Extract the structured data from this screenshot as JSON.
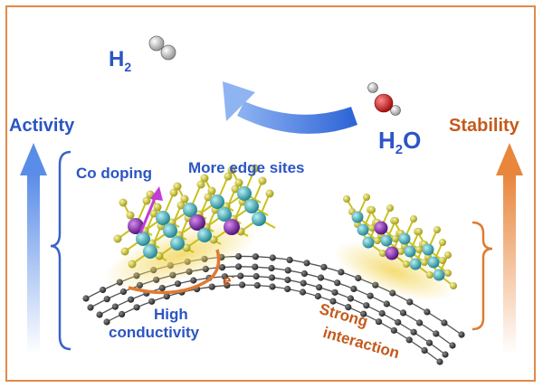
{
  "labels": {
    "h2": "H",
    "h2_sub": "2",
    "h2o_h": "H",
    "h2o_sub": "2",
    "h2o_o": "O",
    "activity": "Activity",
    "stability": "Stability",
    "co_doping": "Co doping",
    "edge_sites": "More edge sites",
    "electron": "e",
    "electron_sup": "-",
    "high": "High",
    "conductivity": "conductivity",
    "strong": "Strong",
    "interaction": "interaction"
  },
  "colors": {
    "frame": "#e08a4a",
    "activity": "#2c55c4",
    "stability": "#c45a1c",
    "sulfur": "#c9c21a",
    "metal": "#2aa8b5",
    "cobalt": "#7a1aa6",
    "carbon": "#3a3a3a"
  }
}
